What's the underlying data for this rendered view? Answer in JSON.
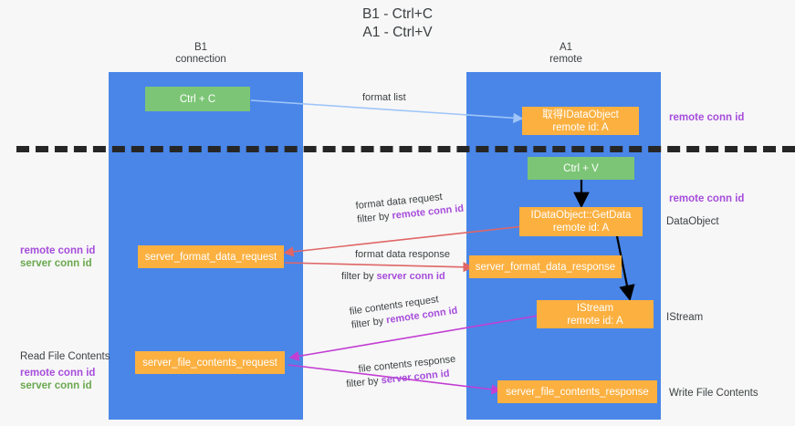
{
  "title": "B1 - Ctrl+C\nA1 - Ctrl+V",
  "columns": [
    {
      "name": "B1",
      "caption": "B1\nconnection"
    },
    {
      "name": "A1",
      "caption": "A1\nremote"
    }
  ],
  "nodes": {
    "ctrl_c": {
      "line1": "Ctrl + C",
      "line2": ""
    },
    "get_idataobject": {
      "line1": "取得IDataObject",
      "line2": "remote id: A"
    },
    "ctrl_v": {
      "line1": "Ctrl + V",
      "line2": ""
    },
    "getdata": {
      "line1": "IDataObject::GetData",
      "line2": "remote id: A"
    },
    "fmt_req": {
      "line1": "server_format_data_request",
      "line2": ""
    },
    "fmt_resp": {
      "line1": "server_format_data_response",
      "line2": ""
    },
    "istream": {
      "line1": "IStream",
      "line2": "remote id: A"
    },
    "file_req": {
      "line1": "server_file_contents_request",
      "line2": ""
    },
    "file_resp": {
      "line1": "server_file_contents_response",
      "line2": ""
    }
  },
  "edge_labels": {
    "format_list": {
      "text": "format list"
    },
    "fmt_req_l1": {
      "text": "format data request"
    },
    "fmt_req_l2_plain": {
      "text": "filter by "
    },
    "fmt_req_l2_hl": {
      "text": "remote conn id"
    },
    "fmt_resp_l1": {
      "text": "format data response"
    },
    "fmt_resp_l2_plain": {
      "text": "filter by "
    },
    "fmt_resp_l2_hl": {
      "text": "server conn id"
    },
    "file_req_l1": {
      "text": "file contents request"
    },
    "file_req_l2_plain": {
      "text": "filter by "
    },
    "file_req_l2_hl": {
      "text": "remote conn id"
    },
    "file_resp_l1": {
      "text": "file contents response"
    },
    "file_resp_l2_plain": {
      "text": "filter by "
    },
    "file_resp_l2_hl": {
      "text": "server conn id"
    }
  },
  "annotations": {
    "right_remote_conn_top": {
      "text": "remote conn id"
    },
    "right_remote_conn_mid": {
      "text": "remote conn id"
    },
    "right_dataobject": {
      "text": "DataObject"
    },
    "right_istream": {
      "text": "IStream"
    },
    "right_write_file": {
      "text": "Write File Contents"
    },
    "left_remote_conn": {
      "text": "remote conn id"
    },
    "left_server_conn": {
      "text": "server conn id"
    },
    "left_read_file": {
      "text": "Read File Contents"
    },
    "left_remote_conn2": {
      "text": "remote conn id"
    },
    "left_server_conn2": {
      "text": "server conn id"
    }
  },
  "colors": {
    "lane": "#4a86e8",
    "green_node": "#7cc576",
    "orange_node": "#fbb040",
    "highlight_purple": "#a64ddb",
    "highlight_green": "#6aa84f",
    "edge_blue": "#9fc5f8",
    "edge_red": "#e06666",
    "edge_magenta": "#c23fd3",
    "edge_black": "#000000",
    "separator": "#262626",
    "background": "#f7f7f7"
  }
}
